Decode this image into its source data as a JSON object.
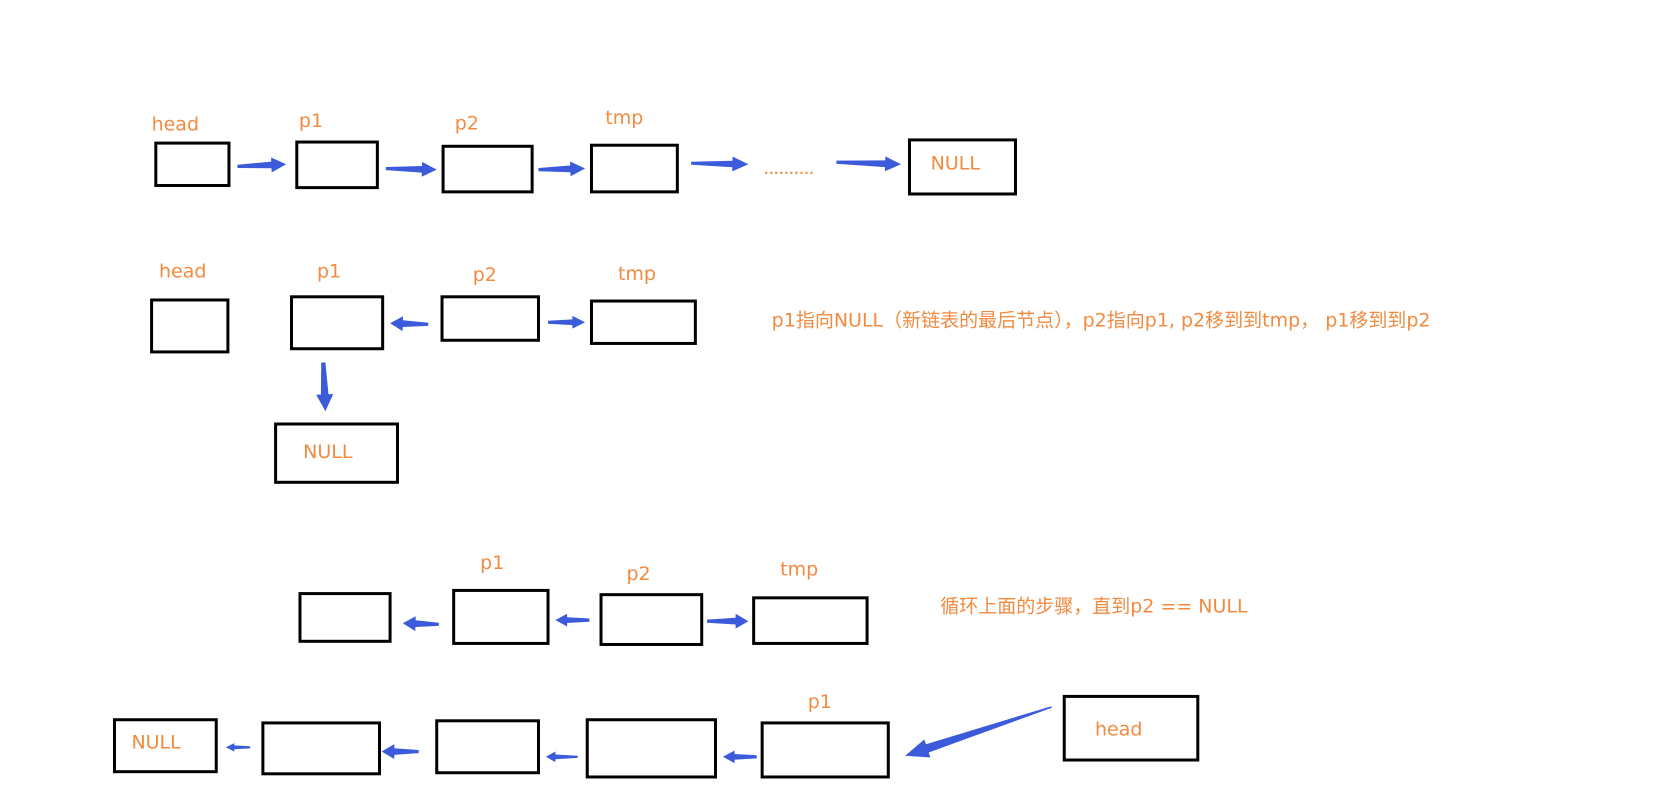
{
  "colors": {
    "label": "#f28a3f",
    "arrow": "#3b5bdb",
    "box_stroke": "#000000",
    "background": "#ffffff"
  },
  "rows": [
    {
      "id": "initial-list",
      "nodes": [
        {
          "id": "r1-head",
          "label": "head",
          "inner": ""
        },
        {
          "id": "r1-p1",
          "label": "p1",
          "inner": ""
        },
        {
          "id": "r1-p2",
          "label": "p2",
          "inner": ""
        },
        {
          "id": "r1-tmp",
          "label": "tmp",
          "inner": ""
        },
        {
          "id": "r1-null",
          "label": "",
          "inner": "NULL"
        }
      ],
      "ellipsis": ".........."
    },
    {
      "id": "first-step",
      "nodes": [
        {
          "id": "r2-head",
          "label": "head",
          "inner": ""
        },
        {
          "id": "r2-p1",
          "label": "p1",
          "inner": ""
        },
        {
          "id": "r2-p2",
          "label": "p2",
          "inner": ""
        },
        {
          "id": "r2-tmp",
          "label": "tmp",
          "inner": ""
        },
        {
          "id": "r2-null",
          "label": "",
          "inner": "NULL"
        }
      ],
      "note": "p1指向NULL（新链表的最后节点），p2指向p1, p2移到到tmp， p1移到到p2"
    },
    {
      "id": "loop-step",
      "nodes": [
        {
          "id": "r3-n0",
          "label": "",
          "inner": ""
        },
        {
          "id": "r3-p1",
          "label": "p1",
          "inner": ""
        },
        {
          "id": "r3-p2",
          "label": "p2",
          "inner": ""
        },
        {
          "id": "r3-tmp",
          "label": "tmp",
          "inner": ""
        }
      ],
      "note": "循环上面的步骤，直到p2 == NULL"
    },
    {
      "id": "final-list",
      "nodes": [
        {
          "id": "r4-null",
          "label": "",
          "inner": "NULL"
        },
        {
          "id": "r4-n1",
          "label": "",
          "inner": ""
        },
        {
          "id": "r4-n2",
          "label": "",
          "inner": ""
        },
        {
          "id": "r4-n3",
          "label": "",
          "inner": ""
        },
        {
          "id": "r4-p1",
          "label": "p1",
          "inner": ""
        },
        {
          "id": "r4-head",
          "label": "",
          "inner": "head"
        }
      ]
    }
  ]
}
